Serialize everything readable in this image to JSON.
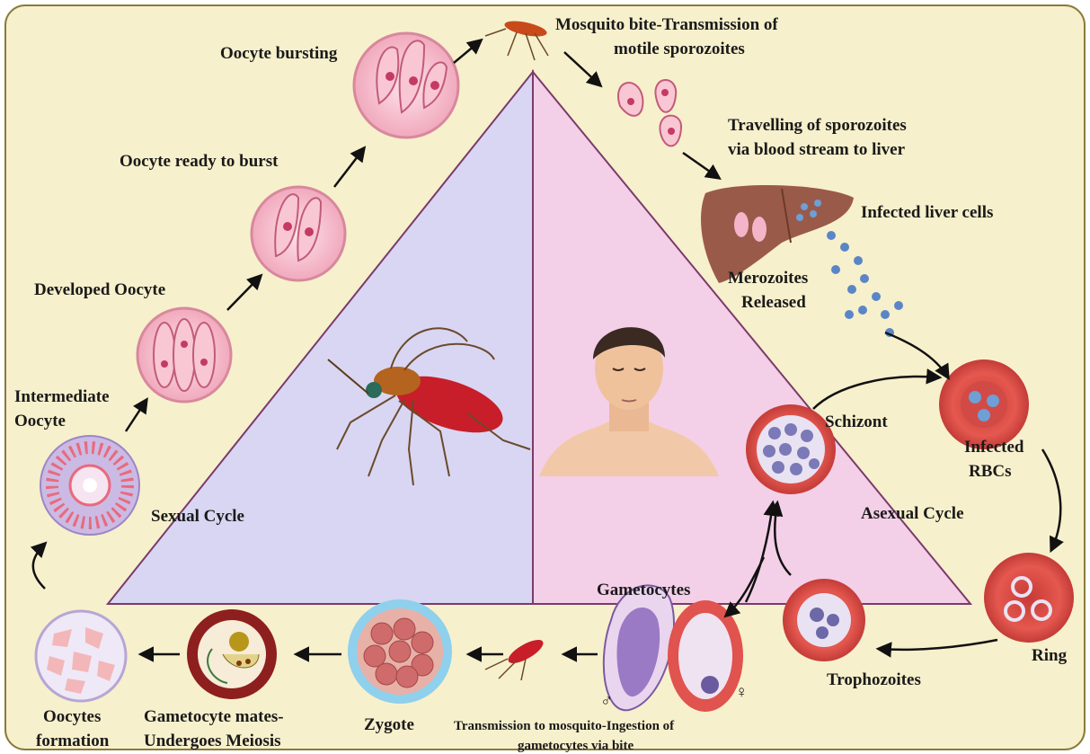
{
  "labels": {
    "oocyte_bursting": "Oocyte bursting",
    "mosquito_bite_1": "Mosquito bite-Transmission of",
    "mosquito_bite_2": "motile sporozoites",
    "travelling_1": "Travelling of sporozoites",
    "travelling_2": "via blood stream to liver",
    "oocyte_ready": "Oocyte ready to burst",
    "infected_liver": "Infected liver cells",
    "developed_oocyte": "Developed Oocyte",
    "merozoites_1": "Merozoites",
    "merozoites_2": "Released",
    "intermediate_1": "Intermediate",
    "intermediate_2": "Oocyte",
    "schizont": "Schizont",
    "infected_rbcs_1": "Infected",
    "infected_rbcs_2": "RBCs",
    "sexual_cycle": "Sexual Cycle",
    "asexual_cycle": "Asexual Cycle",
    "gametocytes": "Gametocytes",
    "ring": "Ring",
    "trophozoites": "Trophozoites",
    "oocytes_formation_1": "Oocytes",
    "oocytes_formation_2": "formation",
    "gametocyte_mates_1": "Gametocyte mates-",
    "gametocyte_mates_2": "Undergoes Meiosis",
    "zygote": "Zygote",
    "transmission_1": "Transmission to mosquito-Ingestion of",
    "transmission_2": "gametocytes via bite",
    "male_symbol": "♂",
    "female_symbol": "♀"
  },
  "colors": {
    "background": "#f7f0cc",
    "border": "#8a7a3a",
    "sexual_half": "#d9d6f3",
    "asexual_half": "#f4cfe8",
    "triangle_stroke": "#7a3b6b",
    "rbc": "#e0534e",
    "oocyte_pink": "#f2b5c6",
    "liver": "#9a5a4a",
    "merozoite": "#5a86c8"
  }
}
